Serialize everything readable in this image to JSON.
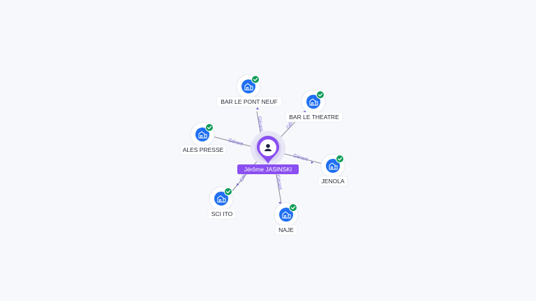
{
  "center": {
    "label": "Jérôme JASINSKI",
    "icon": "person-icon",
    "color": "#8a4ff0"
  },
  "relationship_label": "Gérant",
  "companies": [
    {
      "id": "bar-le-pont-neuf",
      "label": "BAR LE PONT NEUF",
      "icon": "company-building-icon",
      "verified": true
    },
    {
      "id": "bar-le-theatre",
      "label": "BAR LE THEATRE",
      "icon": "company-building-icon",
      "verified": true
    },
    {
      "id": "ales-presse",
      "label": "ALES PRESSE",
      "icon": "company-building-icon",
      "verified": true
    },
    {
      "id": "jenola",
      "label": "JENOLA",
      "icon": "company-building-icon",
      "verified": true
    },
    {
      "id": "sci-ito",
      "label": "SCI ITO",
      "icon": "company-building-icon",
      "verified": true
    },
    {
      "id": "naje",
      "label": "NAJE",
      "icon": "company-building-icon",
      "verified": true
    }
  ],
  "colors": {
    "company_node": "#1f6ff2",
    "verified_badge": "#0f9d58",
    "edge_label": "#7b6fd6",
    "center_label_bg": "#8a4ff0"
  }
}
